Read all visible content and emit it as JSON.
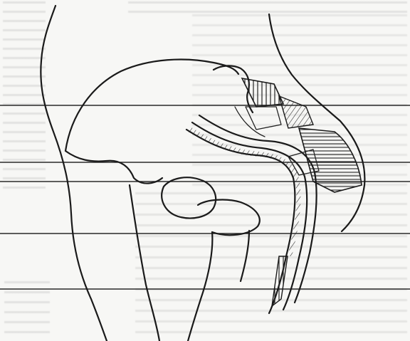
{
  "figure": {
    "description_text": "",
    "background_text_blocks": [],
    "guide_lines": [
      {
        "id": "line-1"
      },
      {
        "id": "line-2"
      },
      {
        "id": "line-3"
      },
      {
        "id": "line-4"
      },
      {
        "id": "line-5"
      }
    ]
  }
}
